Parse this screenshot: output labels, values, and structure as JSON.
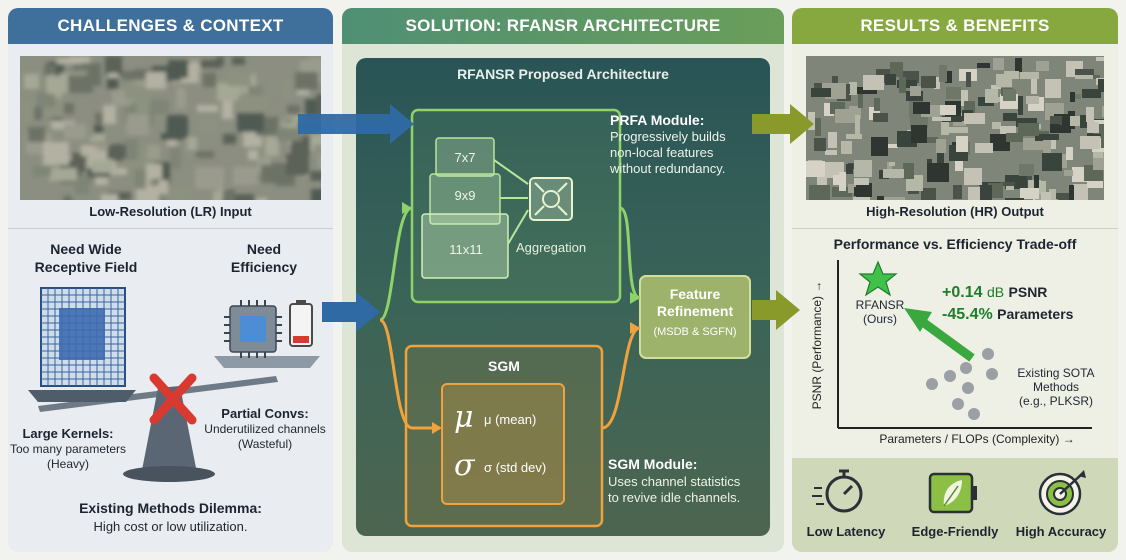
{
  "colors": {
    "left_header": "#3f6f9b",
    "mid_header": "#4f8f74",
    "right_header": "#86a83e",
    "mid_background": "#2e5a5c",
    "prfa_green": "#8fd26a",
    "sgm_orange": "#f0a23c",
    "blue_arrow": "#2f6aa5",
    "olive_arrow": "#8a9a2a",
    "red_cross": "#d93a30",
    "star_green": "#3fc14a"
  },
  "left": {
    "header": "CHALLENGES & CONTEXT",
    "lr_caption": "Low-Resolution (LR) Input",
    "need_wide": "Need Wide\nReceptive Field",
    "need_eff": "Need\nEfficiency",
    "large_kernels": "Large Kernels:",
    "large_kernels_desc": "Too many parameters\n(Heavy)",
    "partial_convs": "Partial Convs:",
    "partial_convs_desc": "Underutilized channels\n(Wasteful)",
    "dilemma": "Existing Methods Dilemma:",
    "dilemma_desc": "High cost or low utilization."
  },
  "middle": {
    "header": "SOLUTION: RFANSR ARCHITECTURE",
    "arch_title": "RFANSR Proposed Architecture",
    "kernels": [
      "7x7",
      "9x9",
      "11x11"
    ],
    "aggregation": "Aggregation",
    "prfa_title": "PRFA Module:",
    "prfa_desc": "Progressively builds\nnon-local features\nwithout redundancy.",
    "feature_refinement": "Feature\nRefinement",
    "fr_sub": "(MSDB & SGFN)",
    "sgm_label": "SGM",
    "mu_symbol": "μ",
    "mu_label": "μ (mean)",
    "sigma_symbol": "σ",
    "sigma_label": "σ (std dev)",
    "sgm_title": "SGM Module:",
    "sgm_desc": "Uses channel statistics\nto revive idle channels."
  },
  "right": {
    "header": "RESULTS & BENEFITS",
    "hr_caption": "High-Resolution (HR) Output",
    "tradeoff_title": "Performance vs. Efficiency Trade-off",
    "y_axis": "PSNR (Performance) →",
    "x_axis": "Parameters / FLOPs (Complexity) →",
    "rfansr_label": "RFANSR\n(Ours)",
    "psnr_gain": "+0.14",
    "psnr_unit": "dB",
    "psnr_word": "PSNR",
    "param_gain": "-45.4%",
    "param_word": "Parameters",
    "sota_label": "Existing SOTA\nMethods\n(e.g., PLKSR)",
    "benefits": [
      "Low Latency",
      "Edge-Friendly",
      "High Accuracy"
    ]
  }
}
